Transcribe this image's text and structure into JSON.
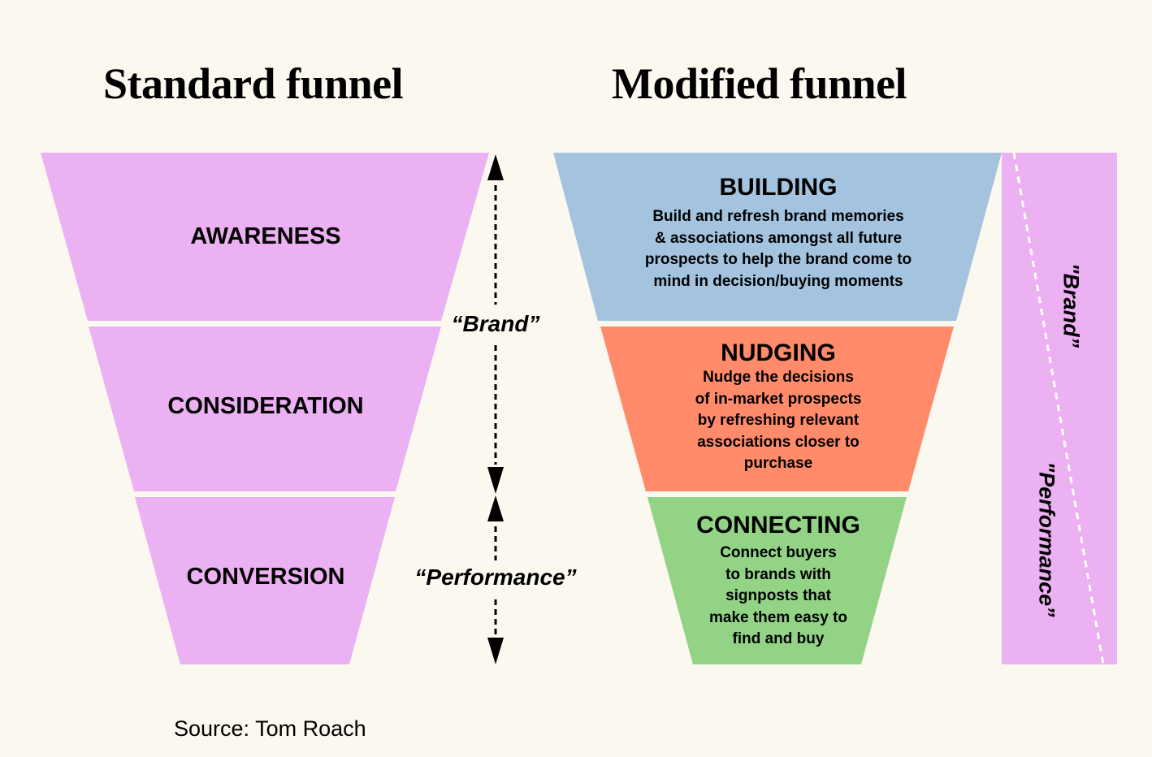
{
  "colors": {
    "background": "#fbf8ef",
    "standard_fill": "#ecb1f2",
    "building_fill": "#a3c3df",
    "nudging_fill": "#ff8b6a",
    "connecting_fill": "#92d386",
    "bar_fill": "#ecb1f2",
    "arrow": "#000000",
    "bar_divider": "#ffffff"
  },
  "standard_funnel": {
    "title": "Standard funnel",
    "stages": [
      {
        "label": "AWARENESS"
      },
      {
        "label": "CONSIDERATION"
      },
      {
        "label": "CONVERSION"
      }
    ]
  },
  "arrows": {
    "brand_label": "“Brand”",
    "performance_label": "“Performance”",
    "icons": [
      "arrow-up-icon",
      "arrow-down-icon",
      "arrow-up-icon",
      "arrow-down-icon"
    ]
  },
  "modified_funnel": {
    "title": "Modified funnel",
    "stages": [
      {
        "heading": "BUILDING",
        "lines": [
          "Build and refresh brand memories",
          "& associations amongst all future",
          "prospects to help the brand come to",
          "mind in decision/buying moments"
        ]
      },
      {
        "heading": "NUDGING",
        "lines": [
          "Nudge the decisions",
          "of in-market prospects",
          "by refreshing relevant",
          "associations closer to",
          "purchase"
        ]
      },
      {
        "heading": "CONNECTING",
        "lines": [
          "Connect buyers",
          "to brands with",
          "signposts that",
          "make them easy to",
          "find and buy"
        ]
      }
    ]
  },
  "side_bar": {
    "brand_label": "\"Brand”",
    "performance_label": "\"Performance”"
  },
  "source": "Source: Tom Roach"
}
